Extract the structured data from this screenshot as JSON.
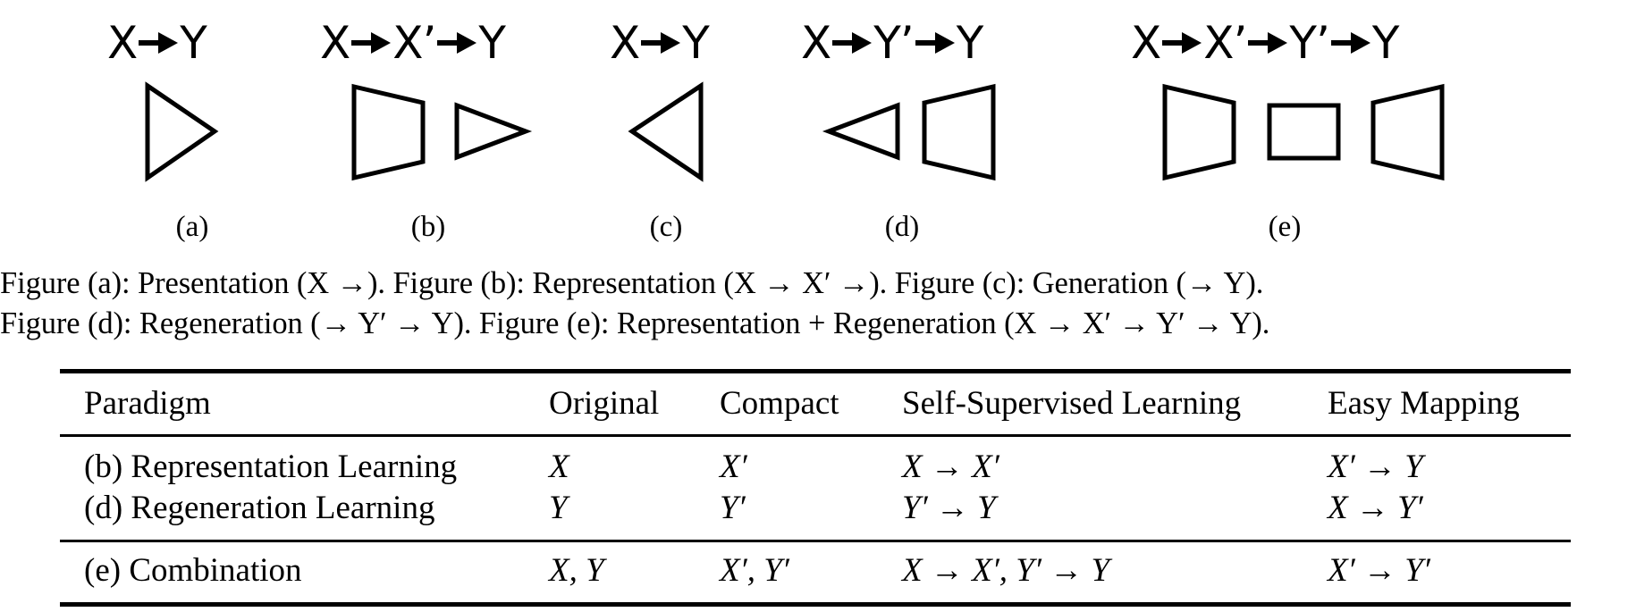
{
  "diagrams": [
    {
      "flow": [
        "X",
        "Y"
      ],
      "label": "(a)"
    },
    {
      "flow": [
        "X",
        "X’",
        "Y"
      ],
      "label": "(b)"
    },
    {
      "flow": [
        "X",
        "Y"
      ],
      "label": "(c)"
    },
    {
      "flow": [
        "X",
        "Y’",
        "Y"
      ],
      "label": "(d)"
    },
    {
      "flow": [
        "X",
        "X’",
        "Y’",
        "Y"
      ],
      "label": "(e)"
    }
  ],
  "caption": {
    "line1": "Figure (a): Presentation (X →). Figure (b): Representation (X → X′ →). Figure (c): Generation (→ Y).",
    "line2": "Figure (d): Regeneration (→ Y′ → Y). Figure (e): Representation + Regeneration (X → X′ → Y′ → Y)."
  },
  "table": {
    "headers": [
      "Paradigm",
      "Original",
      "Compact",
      "Self-Supervised Learning",
      "Easy Mapping"
    ],
    "rows": [
      [
        "(b) Representation Learning",
        "X",
        "X′",
        "X → X′",
        "X′ → Y"
      ],
      [
        "(d) Regeneration Learning",
        "Y",
        "Y′",
        "Y′ → Y",
        "X → Y′"
      ],
      [
        "(e) Combination",
        "X, Y",
        "X′, Y′",
        "X → X′, Y′ → Y",
        "X′ → Y′"
      ]
    ]
  }
}
